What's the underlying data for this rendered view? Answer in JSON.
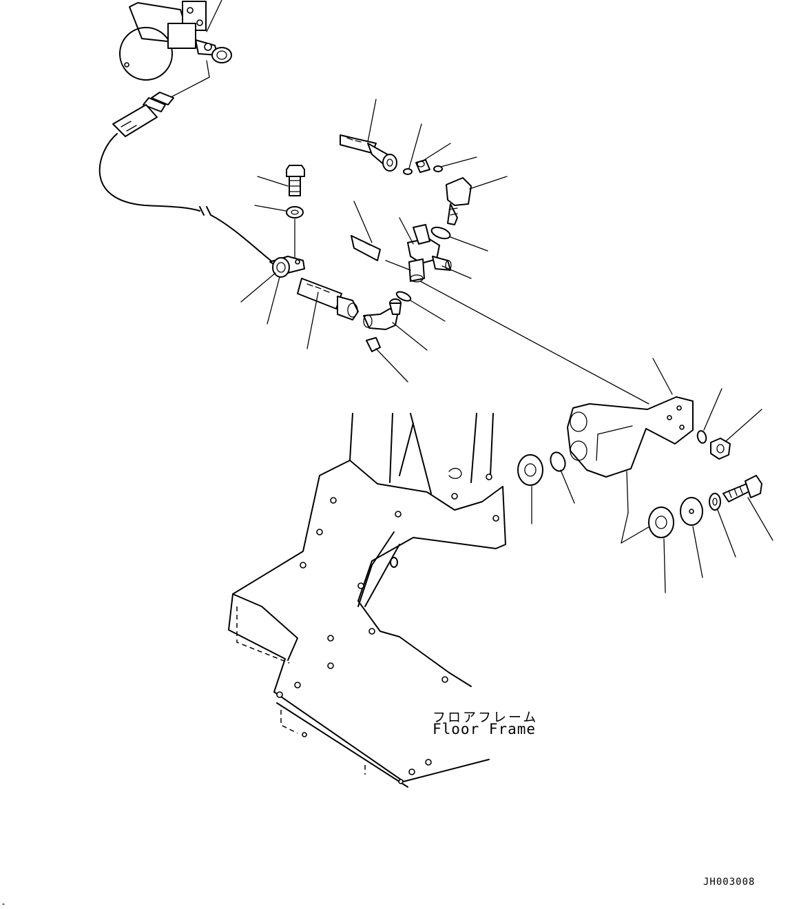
{
  "floor_frame_label": {
    "japanese": "フロアフレーム",
    "english": "Floor Frame"
  },
  "drawing_code": "JH003008"
}
